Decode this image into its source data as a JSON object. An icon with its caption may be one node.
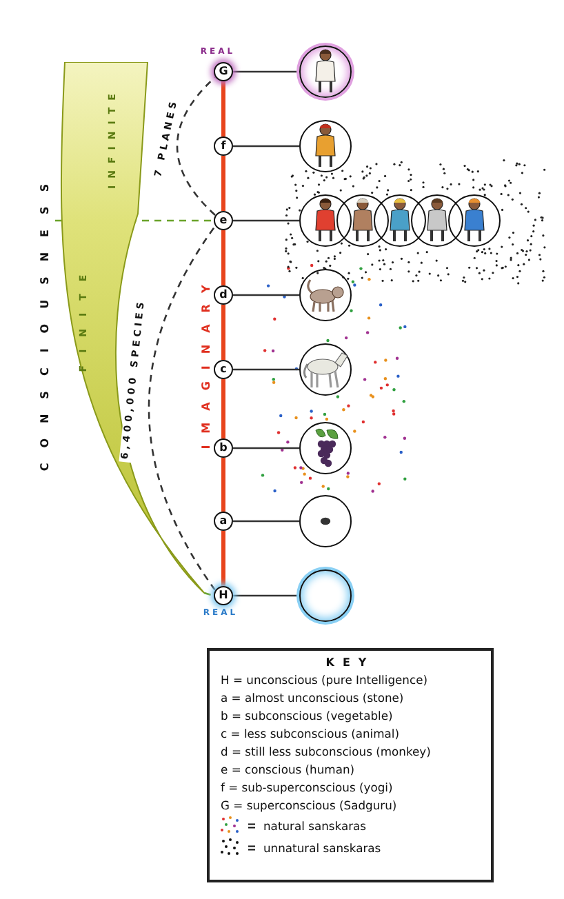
{
  "diagram": {
    "nodes": [
      {
        "text": [
          "INFINITE",
          "FINITE"
        ],
        "beside": [
          "CONSCIOUSNESS"
        ]
      },
      {
        "text": [
          "G"
        ],
        "beside": [
          "REAL"
        ]
      },
      {
        "text": [],
        "shape": "person"
      },
      {
        "text": [
          "f"
        ]
      },
      {
        "text": [],
        "shape": "person"
      },
      {
        "text": [
          "e"
        ]
      },
      {
        "text": [],
        "shape": "person"
      },
      {
        "text": [],
        "shape": "person"
      },
      {
        "text": [],
        "shape": "person"
      },
      {
        "text": [],
        "shape": "person"
      },
      {
        "text": [],
        "shape": "person"
      },
      {
        "text": [
          "d"
        ]
      },
      {
        "text": [],
        "shape": "picture"
      },
      {
        "text": [
          "c"
        ]
      },
      {
        "text": [],
        "shape": "picture"
      },
      {
        "text": [
          "b"
        ]
      },
      {
        "text": [],
        "shape": "picture"
      },
      {
        "text": [
          "a"
        ]
      },
      {
        "text": [],
        "shape": "picture"
      },
      {
        "text": [
          "H"
        ],
        "beside": [
          "REAL"
        ]
      },
      {
        "text": [],
        "shape": "circle"
      }
    ],
    "edges": [
      {
        "from": 1,
        "to": 2,
        "arrow": "none"
      },
      {
        "from": 3,
        "to": 4,
        "arrow": "none"
      },
      {
        "from": 5,
        "to": 6,
        "arrow": "none"
      },
      {
        "from": 11,
        "to": 12,
        "arrow": "none"
      },
      {
        "from": 13,
        "to": 14,
        "arrow": "none"
      },
      {
        "from": 15,
        "to": 16,
        "arrow": "none"
      },
      {
        "from": 17,
        "to": 18,
        "arrow": "none"
      },
      {
        "from": 19,
        "to": 20,
        "arrow": "none"
      },
      {
        "from": 19,
        "to": 17,
        "arrow": "none",
        "style": "thick",
        "color": "#e8441c"
      },
      {
        "from": 17,
        "to": 15,
        "arrow": "none",
        "style": "thick",
        "color": "#e8441c"
      },
      {
        "from": 15,
        "to": 13,
        "arrow": "none",
        "style": "thick",
        "color": "#e8441c"
      },
      {
        "from": 13,
        "to": 11,
        "arrow": "none",
        "style": "thick",
        "color": "#e8441c"
      },
      {
        "from": 11,
        "to": 5,
        "arrow": "none",
        "style": "thick",
        "color": "#e8441c"
      },
      {
        "from": 5,
        "to": 3,
        "arrow": "none",
        "style": "thick",
        "color": "#e8441c"
      },
      {
        "from": 3,
        "to": 1,
        "arrow": "none",
        "style": "thick",
        "color": "#e8441c"
      },
      {
        "from": 19,
        "to": 5,
        "arrow": "none",
        "style": "dashed",
        "label": "6,400,000 SPECIES"
      },
      {
        "from": 5,
        "to": 1,
        "arrow": "none",
        "style": "dashed",
        "label": "7 PLANES"
      },
      {
        "from": 0,
        "to": 5,
        "arrow": "none",
        "style": "dashed",
        "color": "#6aa32a"
      },
      {
        "from": 0,
        "to": 19,
        "arrow": "none",
        "style": "dashed",
        "color": "#6aa32a"
      }
    ],
    "labels": [
      "IMAGINARY",
      "KEY",
      "H = unconscious (pure Intelligence)",
      "a = almost unconscious (stone)",
      "b = subconscious (vegetable)",
      "c = less subconscious (animal)",
      "d = still less subconscious (monkey)",
      "e = conscious (human)",
      "f = sub-superconscious (yogi)",
      "G = superconscious (Sadguru)"
    ],
    "legend": [
      {
        "text": "natural sanskaras"
      },
      {
        "text": "unnatural sanskaras"
      }
    ]
  }
}
